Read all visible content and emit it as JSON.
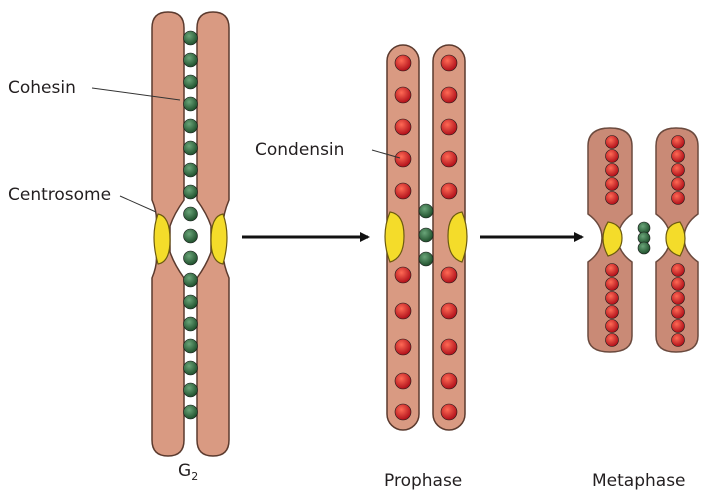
{
  "labels": {
    "cohesin": "Cohesin",
    "centrosome": "Centrosome",
    "condensin": "Condensin"
  },
  "stages": {
    "g2_base": "G",
    "g2_sub": "2",
    "prophase": "Prophase",
    "metaphase": "Metaphase"
  },
  "colors": {
    "chromatid": "#d99a82",
    "chromatid_outline": "#5b3a2e",
    "metaphase_fill": "#c98a76",
    "cohesin": "#2e6b3e",
    "condensin": "#d81f26",
    "centromere": "#f4dc2a",
    "arrow": "#111111"
  },
  "icons": {
    "arrow": "right-arrow-icon",
    "cohesin": "green-bead-icon",
    "condensin": "red-bead-icon"
  }
}
